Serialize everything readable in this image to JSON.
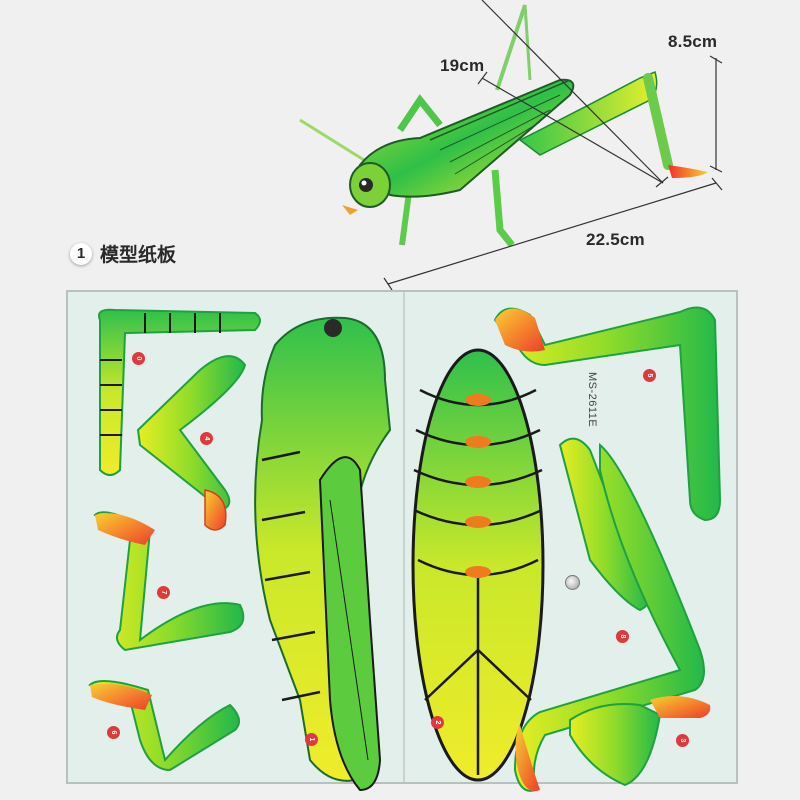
{
  "dimensions": {
    "height_label": "8.5cm",
    "body_length_label": "19cm",
    "total_length_label": "22.5cm"
  },
  "section": {
    "number": "1",
    "title": "模型纸板"
  },
  "template_sheet": {
    "model_code": "MS-2611E",
    "part_numbers": [
      {
        "id": "part-0",
        "label": "0"
      },
      {
        "id": "part-4",
        "label": "4"
      },
      {
        "id": "part-7",
        "label": "7"
      },
      {
        "id": "part-6",
        "label": "6"
      },
      {
        "id": "part-1",
        "label": "1"
      },
      {
        "id": "part-2",
        "label": "2"
      },
      {
        "id": "part-5",
        "label": "5"
      },
      {
        "id": "part-8",
        "label": "8"
      },
      {
        "id": "part-3",
        "label": "3"
      }
    ]
  },
  "colors": {
    "background": "#f0f0f0",
    "sheet": "#e2efeb",
    "part_green": "#2ec24a",
    "part_yellow": "#e4ec1c",
    "part_orange": "#f07a1e",
    "number_badge": "#e0393b",
    "text": "#2a2a2a"
  }
}
